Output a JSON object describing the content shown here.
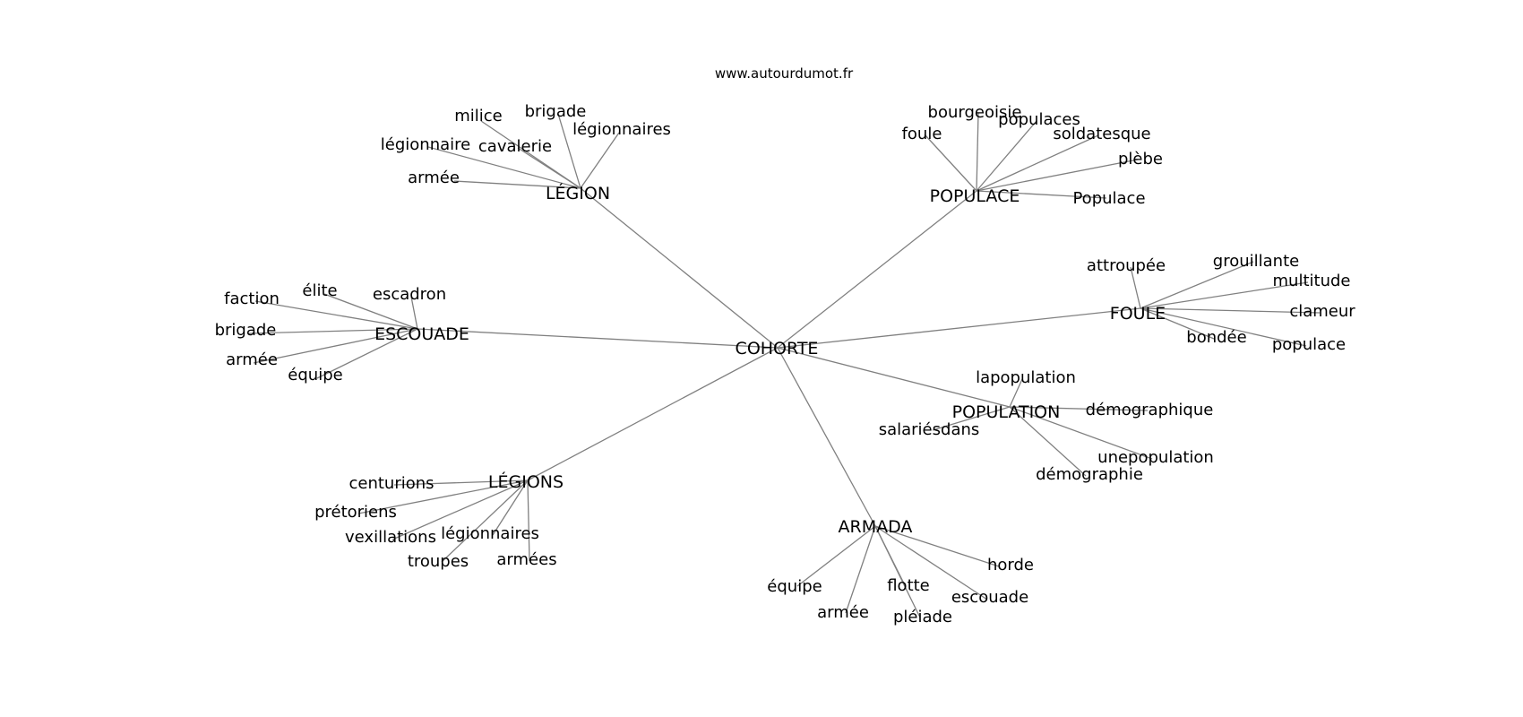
{
  "source_text": "www.autourdumot.fr",
  "center": "COHORTE",
  "groups": [
    {
      "hub": "LÉGION",
      "words": [
        "milice",
        "brigade",
        "légionnaires",
        "légionnaire",
        "cavalerie",
        "armée"
      ]
    },
    {
      "hub": "POPULACE",
      "words": [
        "bourgeoisie",
        "foule",
        "populaces",
        "soldatesque",
        "plèbe",
        "Populace"
      ]
    },
    {
      "hub": "ESCOUADE",
      "words": [
        "élite",
        "faction",
        "escadron",
        "brigade",
        "armée",
        "équipe"
      ]
    },
    {
      "hub": "FOULE",
      "words": [
        "attroupée",
        "grouillante",
        "multitude",
        "clameur",
        "bondée",
        "populace"
      ]
    },
    {
      "hub": "POPULATION",
      "words": [
        "lapopulation",
        "démographique",
        "salariésdans",
        "unepopulation",
        "démographie"
      ]
    },
    {
      "hub": "LÉGIONS",
      "words": [
        "centurions",
        "prétoriens",
        "vexillations",
        "légionnaires",
        "troupes",
        "armées"
      ]
    },
    {
      "hub": "ARMADA",
      "words": [
        "horde",
        "équipe",
        "flotte",
        "escouade",
        "armée",
        "pléiade"
      ]
    }
  ]
}
